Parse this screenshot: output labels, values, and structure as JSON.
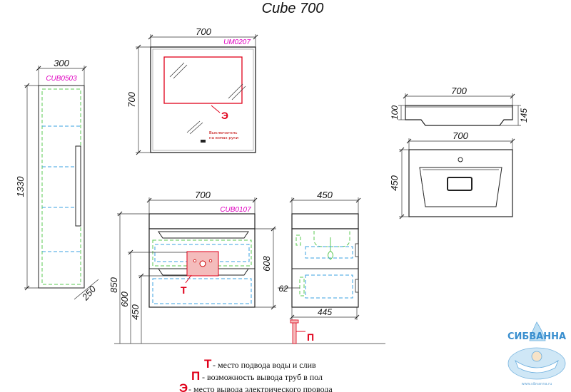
{
  "title": "Cube 700",
  "tall_cabinet": {
    "code": "CUB0503",
    "width": "300",
    "height": "1330",
    "depth": "250"
  },
  "mirror": {
    "code": "UM0207",
    "width": "700",
    "height": "700",
    "switch_label_line1": "Выключатель",
    "switch_label_line2": "на взмах руки",
    "marker_e": "Э"
  },
  "sink_side": {
    "width": "700",
    "thickness": "100",
    "total_height": "145"
  },
  "sink_top": {
    "width": "700",
    "depth": "450"
  },
  "vanity_front": {
    "code": "CUB0107",
    "width": "700",
    "h_850": "850",
    "h_600": "600",
    "h_450": "450",
    "h_608": "608",
    "marker_t": "Т"
  },
  "vanity_side": {
    "depth": "450",
    "inner_depth": "445",
    "offset": "62",
    "marker_p": "П"
  },
  "legend": [
    {
      "letter": "Т",
      "text": "- место подвода воды и слив"
    },
    {
      "letter": "П",
      "text": "- возможность вывода труб в пол"
    },
    {
      "letter": "Э",
      "text": "- место вывода электрического провода"
    }
  ],
  "brand": {
    "name": "СИБВАННА",
    "url": "www.sibvanna.ru"
  },
  "colors": {
    "dimension": "#111111",
    "code": "#e000c0",
    "marker": "#e0001a",
    "green_outline": "#5ac850",
    "blue_outline": "#3aa0e0",
    "brand": "#3a8fcf"
  }
}
